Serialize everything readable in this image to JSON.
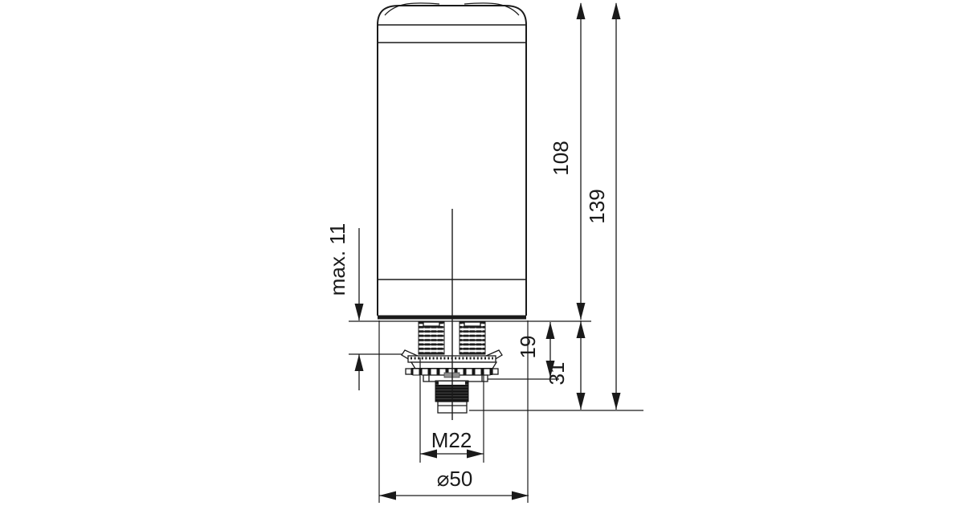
{
  "drawing": {
    "dimensions": {
      "body_height": "108",
      "total_height": "139",
      "mounting_plate_thickness": "max. 11",
      "stud_length": "19",
      "under_body_length": "31",
      "mounting_thread": "M22",
      "housing_diameter": "⌀50"
    }
  }
}
